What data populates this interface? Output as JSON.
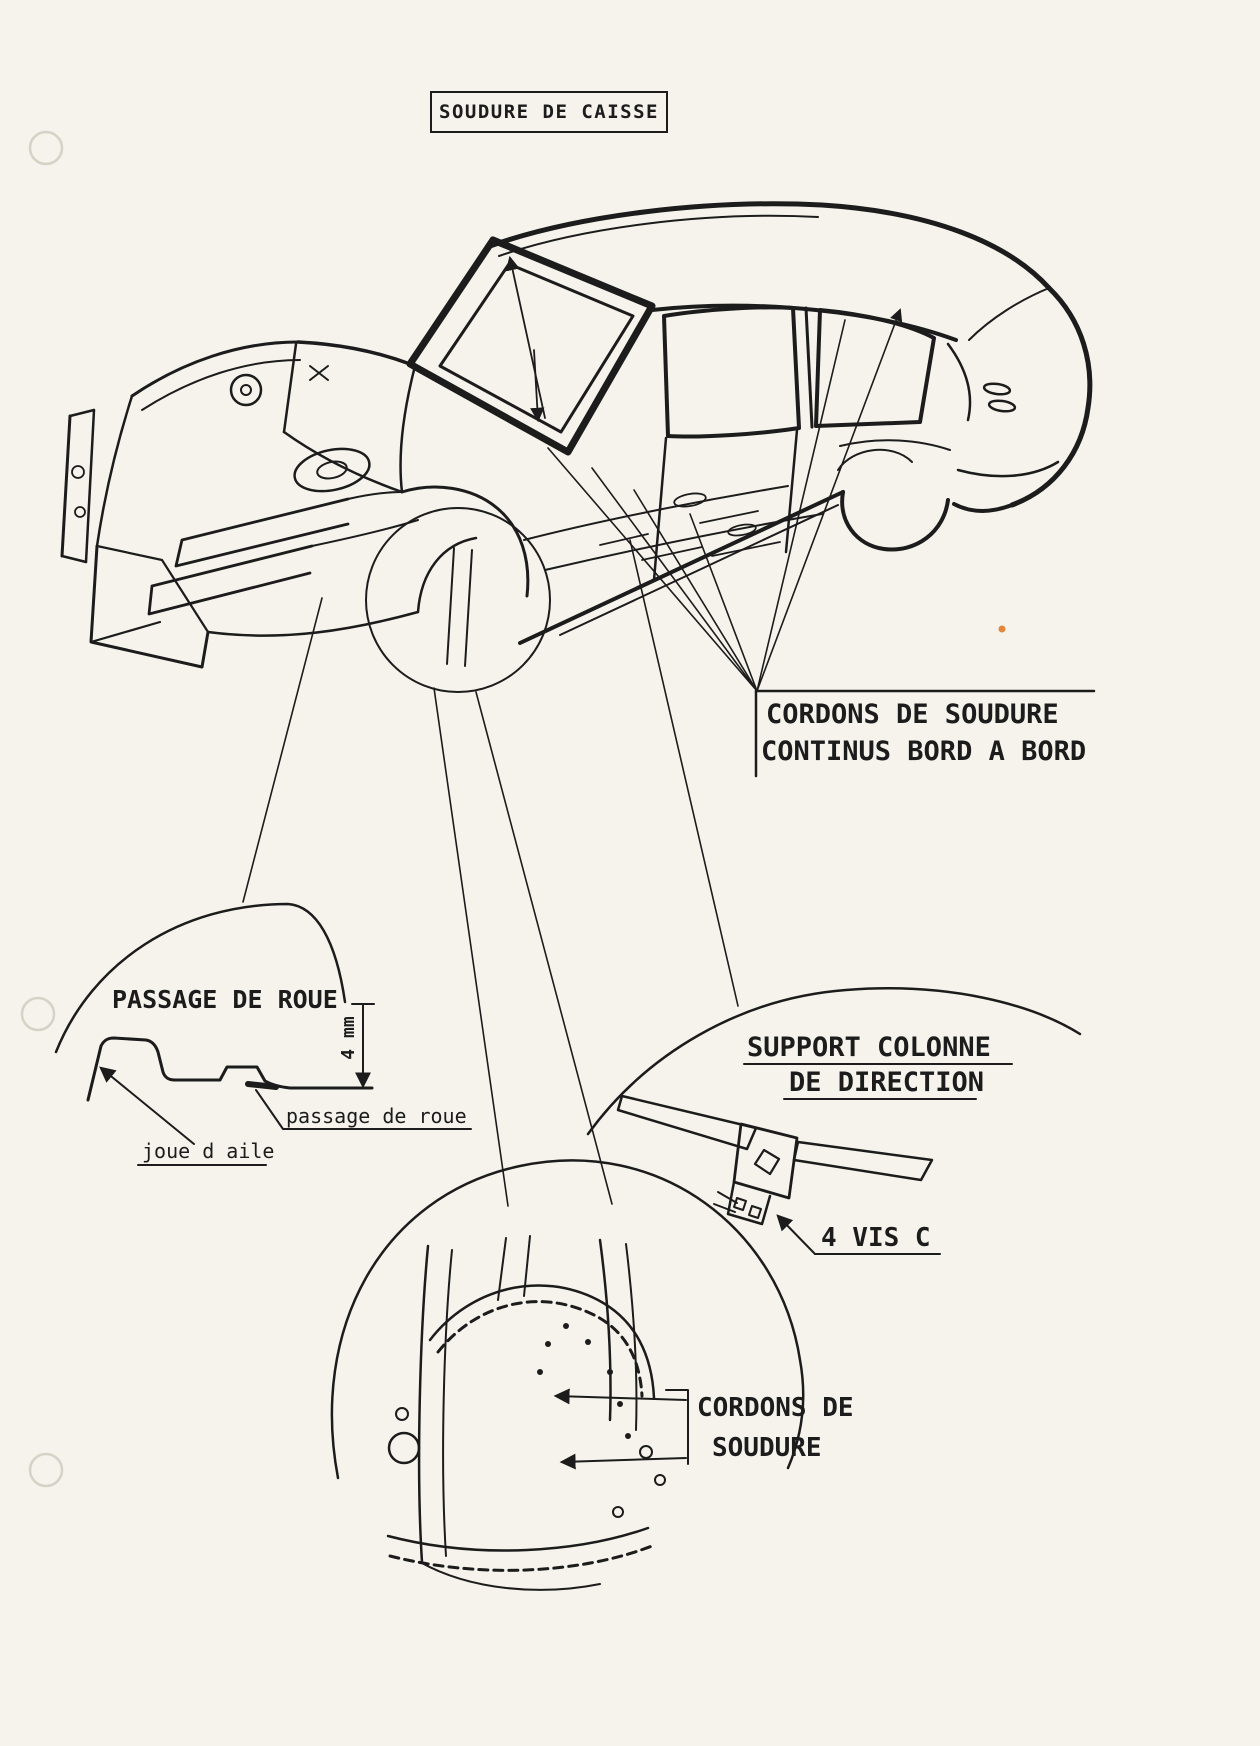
{
  "document": {
    "title": "SOUDURE DE CAISSE",
    "ink_color": "#1c1c1c",
    "paper_color": "#f5f3ec",
    "speck_color": "#e07b28"
  },
  "callouts": {
    "seam_welds": {
      "line1": "CORDONS DE SOUDURE",
      "line2": "CONTINUS BORD A BORD"
    },
    "wheel_arch_profile": {
      "heading": "PASSAGE DE ROUE",
      "dimension": "4 mm",
      "label_wheel_arch": "passage de roue",
      "label_fender_cheek": "joue d aile"
    },
    "steering_column_support": {
      "heading_line1": "SUPPORT COLONNE",
      "heading_line2": "DE DIRECTION",
      "screws_label": "4 VIS C"
    },
    "weld_beads": {
      "line1": "CORDONS DE",
      "line2": "SOUDURE"
    }
  }
}
